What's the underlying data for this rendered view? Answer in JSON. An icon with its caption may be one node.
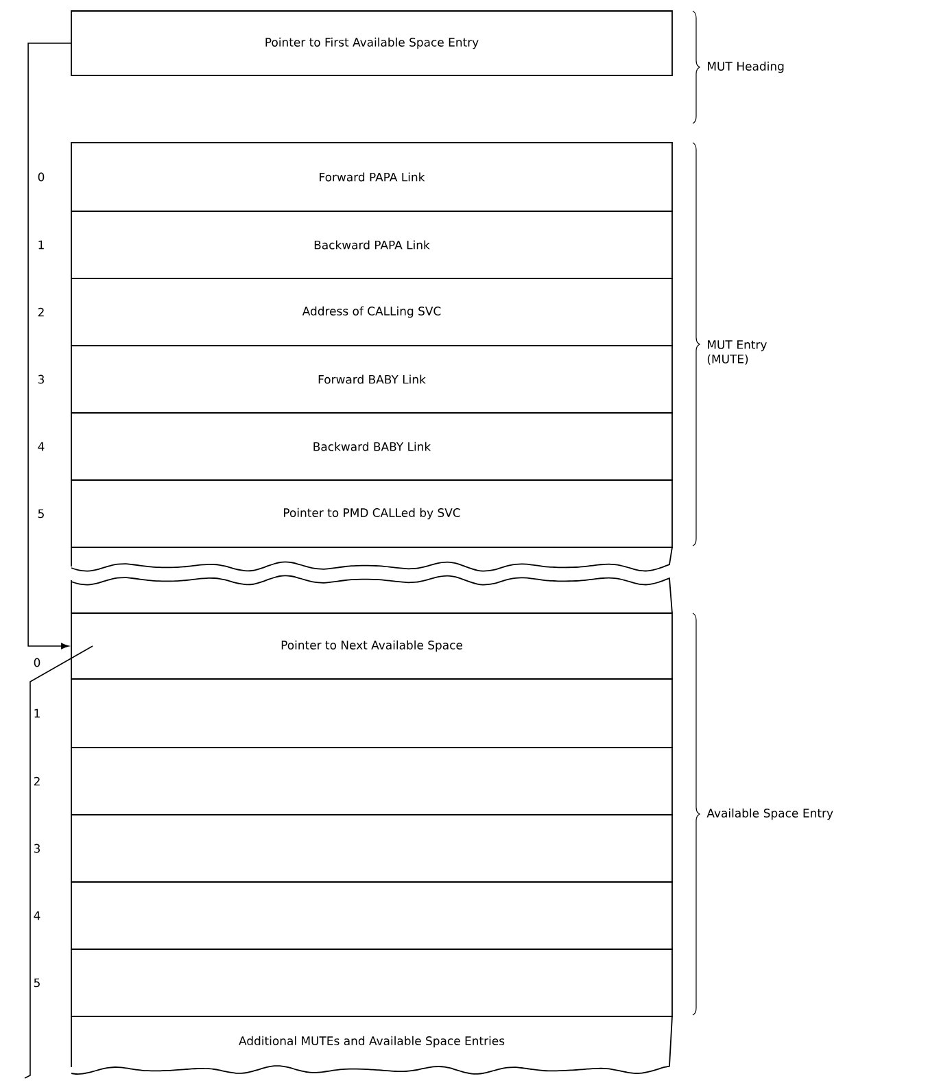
{
  "diagram": {
    "nodes": [
      {
        "text": [
          "Pointer to First Available Space Entry"
        ]
      },
      {
        "text": [
          "Forward PAPA Link"
        ],
        "beside": [
          "0"
        ]
      },
      {
        "text": [
          "Backward PAPA Link"
        ],
        "beside": [
          "1"
        ]
      },
      {
        "text": [
          "Address of CALLing SVC"
        ],
        "beside": [
          "2"
        ]
      },
      {
        "text": [
          "Forward BABY Link"
        ],
        "beside": [
          "3"
        ]
      },
      {
        "text": [
          "Backward BABY Link"
        ],
        "beside": [
          "4"
        ]
      },
      {
        "text": [
          "Pointer to PMD CALLed by SVC"
        ],
        "beside": [
          "5"
        ]
      },
      {
        "text": [
          "Pointer to Next Available Space"
        ],
        "beside": [
          "0"
        ]
      },
      {
        "text": [],
        "shape": "box",
        "beside": [
          "1"
        ]
      },
      {
        "text": [],
        "shape": "box",
        "beside": [
          "2"
        ]
      },
      {
        "text": [],
        "shape": "box",
        "beside": [
          "3"
        ]
      },
      {
        "text": [],
        "shape": "box",
        "beside": [
          "4"
        ]
      },
      {
        "text": [],
        "shape": "box",
        "beside": [
          "5"
        ]
      },
      {
        "text": [
          "Additional MUTEs and Available Space Entries"
        ]
      }
    ],
    "edges": [
      {
        "from": 0,
        "to": 7,
        "arrow": "to"
      },
      {
        "from": 7,
        "to": null,
        "arrow": "none"
      }
    ],
    "labels": [
      "MUT Heading",
      "MUT Entry (MUTE)",
      "Available Space Entry"
    ]
  }
}
